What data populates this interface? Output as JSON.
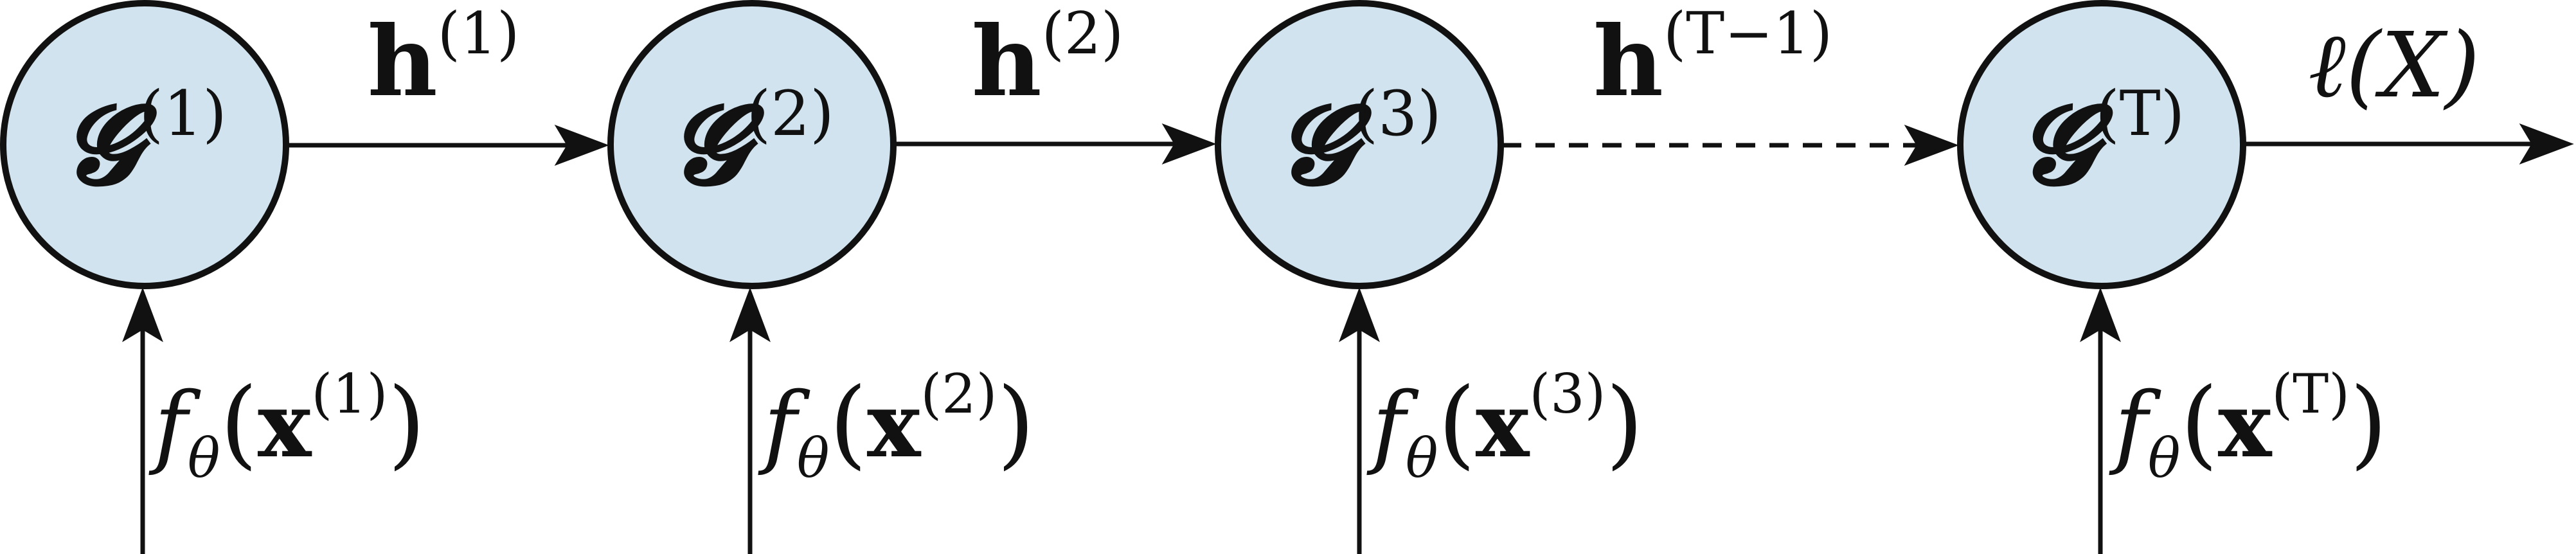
{
  "nodes": [
    {
      "symbol": "𝓖",
      "superscript": "(1)"
    },
    {
      "symbol": "𝓖",
      "superscript": "(2)"
    },
    {
      "symbol": "𝓖",
      "superscript": "(3)"
    },
    {
      "symbol": "𝓖",
      "superscript": "(T)"
    }
  ],
  "hidden_labels": [
    {
      "symbol": "h",
      "superscript": "(1)"
    },
    {
      "symbol": "h",
      "superscript": "(2)"
    },
    {
      "symbol": "h",
      "superscript": "(T−1)"
    }
  ],
  "inputs": [
    {
      "func": "f",
      "subscript": "θ",
      "open": "(",
      "var": "x",
      "superscript": "(1)",
      "close": ")"
    },
    {
      "func": "f",
      "subscript": "θ",
      "open": "(",
      "var": "x",
      "superscript": "(2)",
      "close": ")"
    },
    {
      "func": "f",
      "subscript": "θ",
      "open": "(",
      "var": "x",
      "superscript": "(3)",
      "close": ")"
    },
    {
      "func": "f",
      "subscript": "θ",
      "open": "(",
      "var": "x",
      "superscript": "(T)",
      "close": ")"
    }
  ],
  "output": {
    "label": "ℓ(X)"
  },
  "colors": {
    "node_fill": "#d0e3ee",
    "stroke": "#111111"
  }
}
